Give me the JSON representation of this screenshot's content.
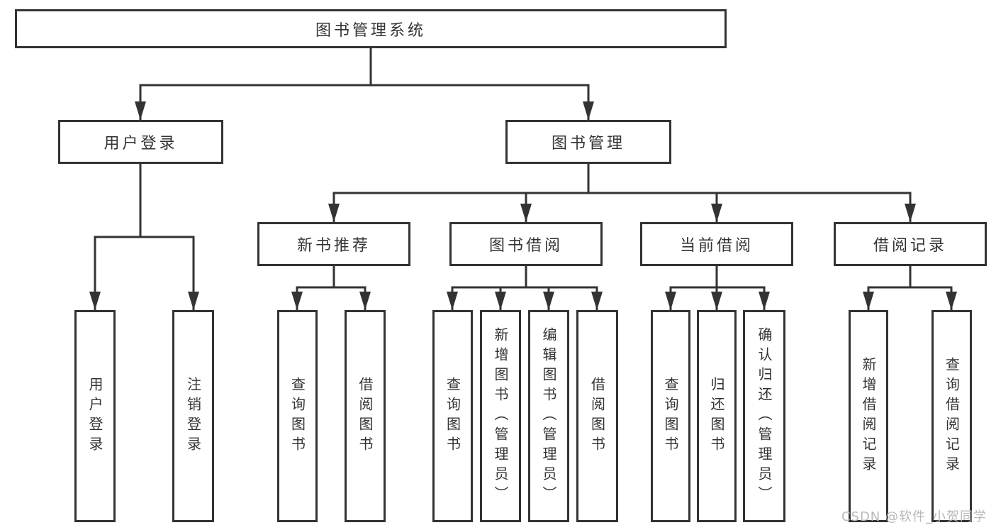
{
  "diagram": {
    "type": "hierarchy-tree",
    "colors": {
      "line": "#333333",
      "box_border": "#333333",
      "text": "#333333",
      "background": "#ffffff",
      "watermark_text_color": "#b9b9b9"
    },
    "tree": {
      "label": "图书管理系统",
      "children": [
        {
          "label": "用户登录",
          "children": [
            {
              "label": "用户登录"
            },
            {
              "label": "注销登录"
            }
          ]
        },
        {
          "label": "图书管理",
          "children": [
            {
              "label": "新书推荐",
              "children": [
                {
                  "label": "查询图书"
                },
                {
                  "label": "借阅图书"
                }
              ]
            },
            {
              "label": "图书借阅",
              "children": [
                {
                  "label": "查询图书"
                },
                {
                  "label": "新增图书（管理员）"
                },
                {
                  "label": "编辑图书（管理员）"
                },
                {
                  "label": "借阅图书"
                }
              ]
            },
            {
              "label": "当前借阅",
              "children": [
                {
                  "label": "查询图书"
                },
                {
                  "label": "归还图书"
                },
                {
                  "label": "确认归还（管理员）"
                }
              ]
            },
            {
              "label": "借阅记录",
              "children": [
                {
                  "label": "新增借阅记录"
                },
                {
                  "label": "查询借阅记录"
                }
              ]
            }
          ]
        }
      ]
    }
  },
  "watermark": "CSDN @软件_小贺同学"
}
